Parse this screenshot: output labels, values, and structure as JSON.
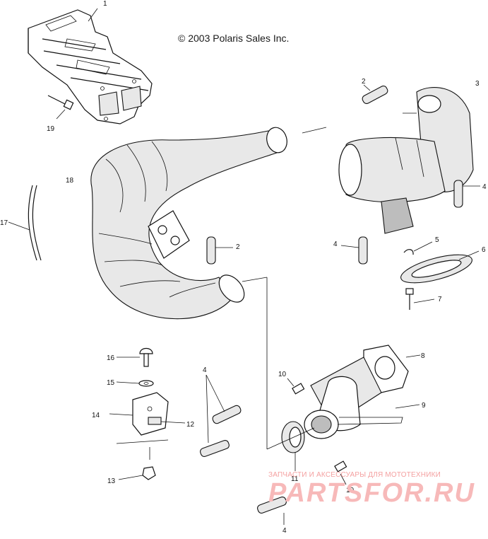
{
  "copyright": "© 2003 Polaris Sales Inc.",
  "watermark": {
    "line1": "ЗАПЧАСТИ И АКСЕССУАРЫ ДЛЯ МОТОТЕХНИКИ",
    "line2": "PARTSFOR.RU"
  },
  "callouts": {
    "c1": "1",
    "c2a": "2",
    "c2b": "2",
    "c3": "3",
    "c4a": "4",
    "c4b": "4",
    "c4c": "4",
    "c4d": "4",
    "c5": "5",
    "c6": "6",
    "c7": "7",
    "c8": "8",
    "c9": "9",
    "c10a": "10",
    "c10b": "10",
    "c11": "11",
    "c12": "12",
    "c13": "13",
    "c14": "14",
    "c15": "15",
    "c16": "16",
    "c17": "17",
    "c18": "18",
    "c19": "19"
  }
}
